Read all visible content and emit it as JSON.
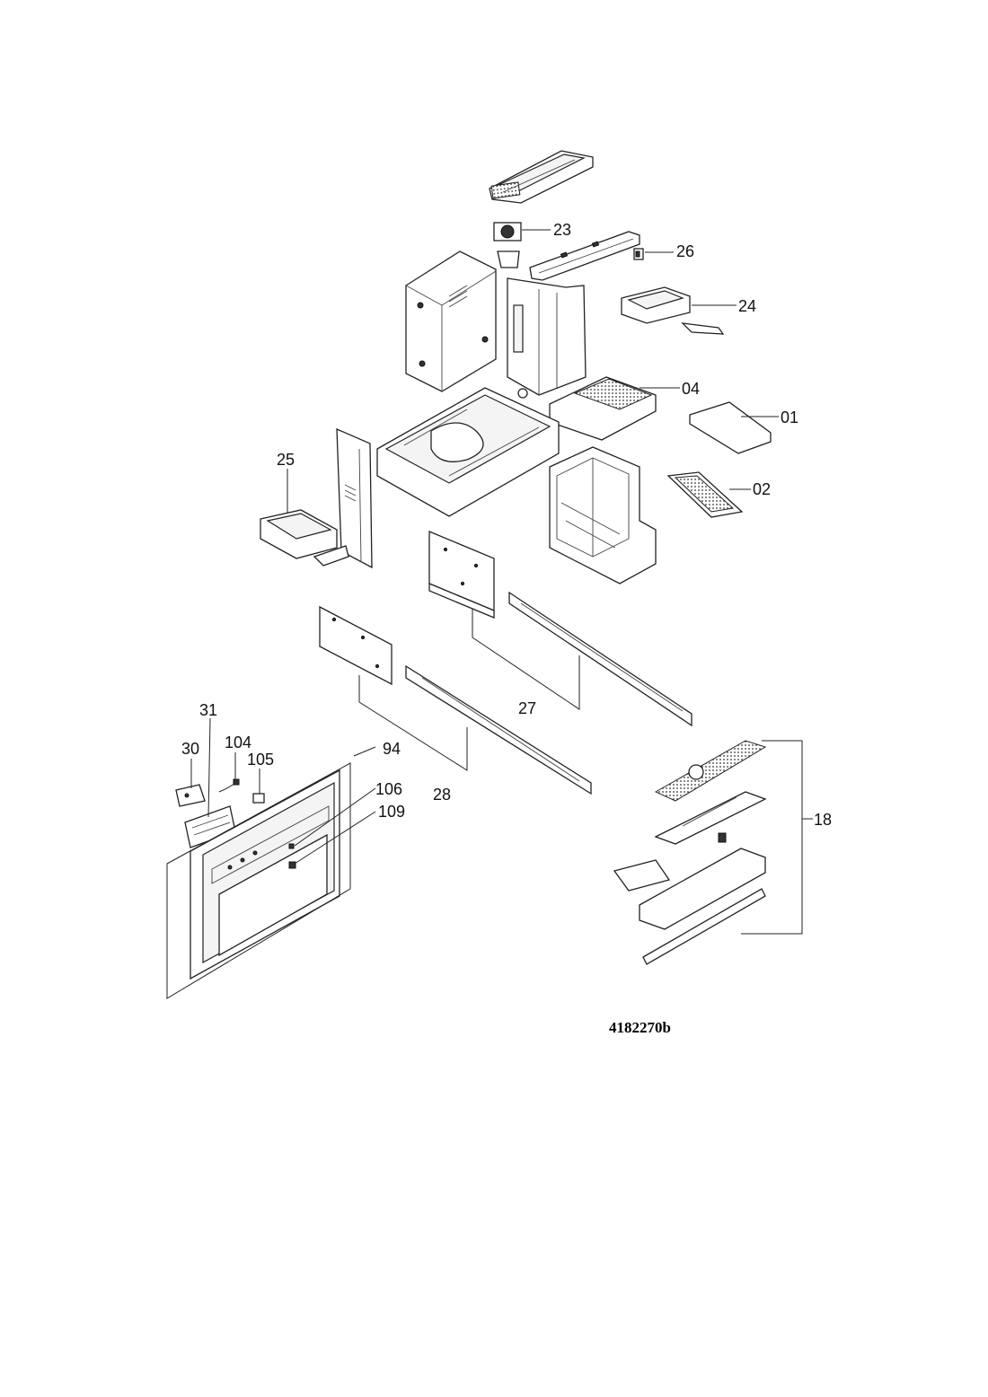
{
  "diagram": {
    "figure_code": "4182270b",
    "labels": {
      "p01": "01",
      "p02": "02",
      "p04": "04",
      "p18": "18",
      "p23": "23",
      "p24": "24",
      "p25": "25",
      "p26": "26",
      "p27": "27",
      "p28": "28",
      "p30": "30",
      "p31": "31",
      "p94": "94",
      "p104": "104",
      "p105": "105",
      "p106": "106",
      "p109": "109"
    }
  }
}
